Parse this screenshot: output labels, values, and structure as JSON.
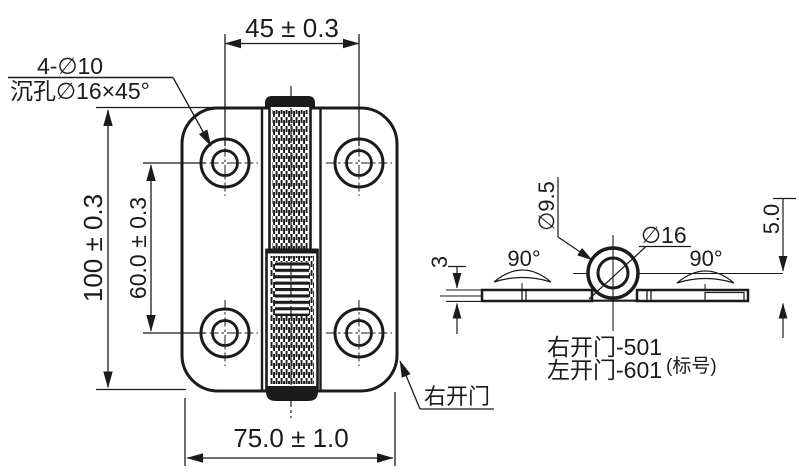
{
  "front_view": {
    "note_line1": "4-∅10",
    "note_line2": "沉孔∅16×45°",
    "dim_hole_span_h": "45 ± 0.3",
    "dim_height": "100 ± 0.3",
    "dim_hole_span_v": "60.0 ± 0.3",
    "dim_width": "75.0 ± 1.0",
    "leader_label": "右开门"
  },
  "side_view": {
    "dim_pin_diameter": "∅9.5",
    "dim_knuckle_diameter": "∅16",
    "angle_left": "90°",
    "angle_right": "90°",
    "dim_leaf_thickness": "3",
    "dim_offset": "5.0"
  },
  "title_block": {
    "model_line1": "右开门-501",
    "model_line2": "左开门-601",
    "model_suffix": "(标号)"
  },
  "colors": {
    "line": "#1b1b1b",
    "background": "#ffffff"
  }
}
